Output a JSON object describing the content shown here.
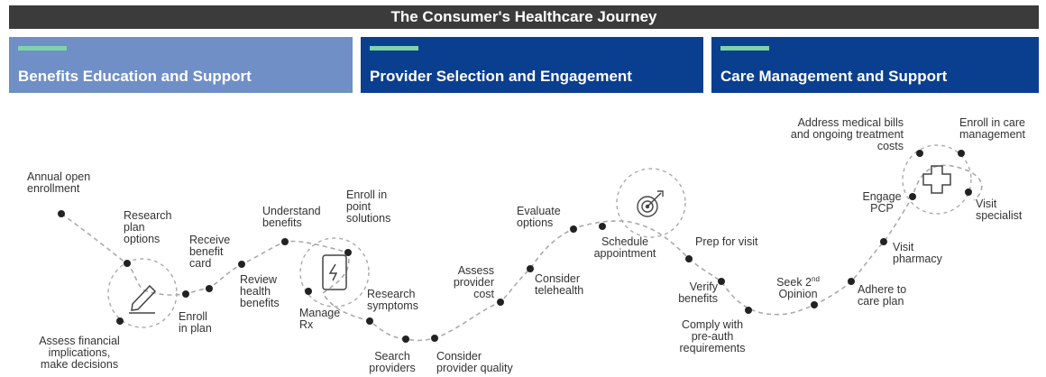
{
  "title": "The Consumer's Healthcare Journey",
  "phases": [
    {
      "label": "Benefits Education and Support"
    },
    {
      "label": "Provider Selection and Engagement"
    },
    {
      "label": "Care Management and Support"
    }
  ],
  "steps": {
    "annual": "Annual open\nenrollment",
    "research_plan": "Research\nplan\noptions",
    "assess_fin": "Assess financial\nimplications,\nmake decisions",
    "receive_card": "Receive\nbenefit\ncard",
    "enroll_plan": "Enroll\nin plan",
    "understand": "Understand\nbenefits",
    "review": "Review\nhealth\nbenefits",
    "enroll_point": "Enroll in\npoint\nsolutions",
    "manage_rx": "Manage\nRx",
    "research_symptoms": "Research\nsymptoms",
    "search_providers": "Search\nproviders",
    "consider_quality": "Consider\nprovider quality",
    "assess_cost": "Assess\nprovider\ncost",
    "consider_tele": "Consider\ntelehealth",
    "evaluate": "Evaluate\noptions",
    "schedule": "Schedule\nappointment",
    "prep": "Prep for visit",
    "verify": "Verify\nbenefits",
    "comply": "Comply with\npre-auth\nrequirements",
    "seek_main": "Seek 2",
    "seek_sup": "nd",
    "seek_rest": "Opinion",
    "adhere": "Adhere to\ncare plan",
    "visit_pharmacy": "Visit\npharmacy",
    "engage_pcp": "Engage\nPCP",
    "address_bills": "Address medical bills\nand ongoing treatment\ncosts",
    "enroll_care": "Enroll in care\nmanagement",
    "visit_specialist": "Visit\nspecialist"
  },
  "colors": {
    "title_bg": "#3b3b3b",
    "phase1": "#6f8fc6",
    "phase2": "#0a3f8f",
    "accent": "#7ed3a8",
    "path": "#aaaaaa",
    "dot": "#222222"
  },
  "icons": [
    "pencil-icon",
    "phone-icon",
    "target-icon",
    "medical-cross-icon"
  ]
}
